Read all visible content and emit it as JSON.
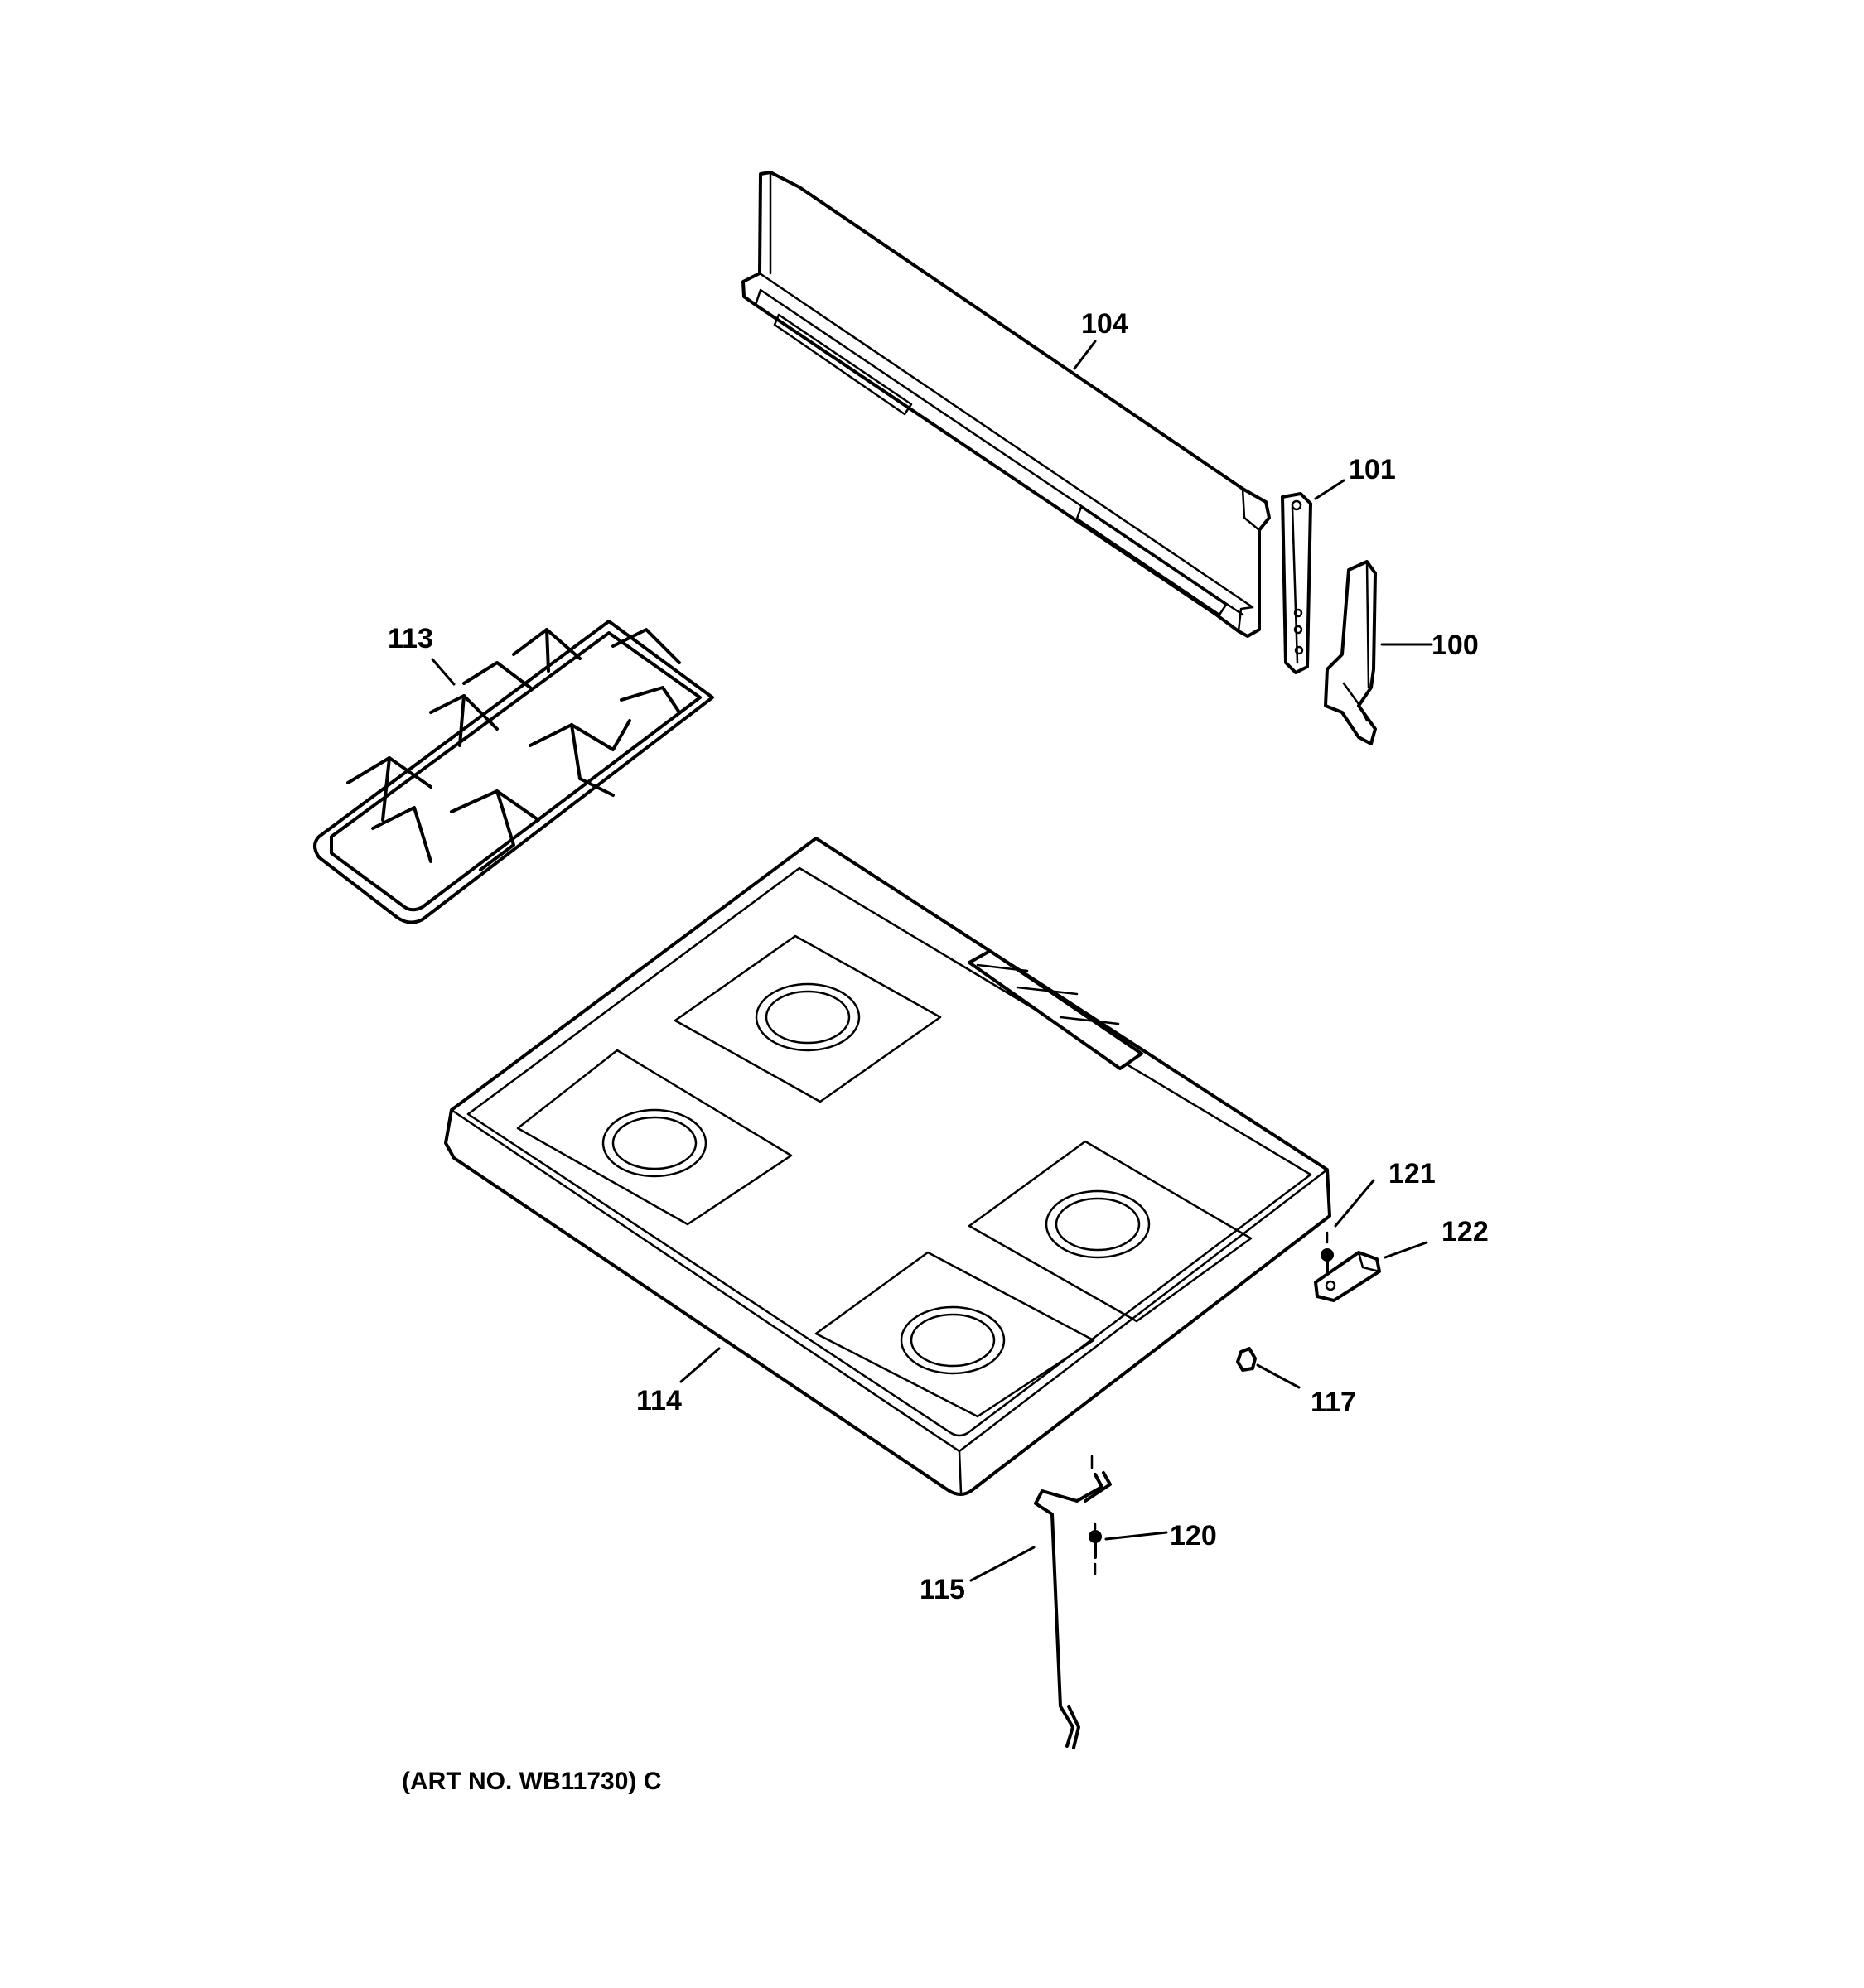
{
  "callouts": {
    "p104": "104",
    "p101": "101",
    "p100": "100",
    "p113": "113",
    "p114": "114",
    "p121": "121",
    "p122": "122",
    "p117": "117",
    "p120": "120",
    "p115": "115"
  },
  "caption": "(ART NO. WB11730) C"
}
